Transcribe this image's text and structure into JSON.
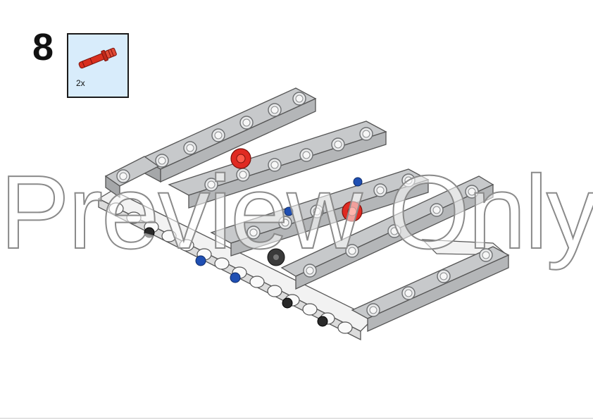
{
  "step": {
    "number": "8"
  },
  "parts": [
    {
      "icon": "red-axle-pin-icon",
      "quantity": "2x",
      "color": "#d9301f"
    }
  ],
  "watermark": {
    "text": "Preview Only"
  },
  "colors": {
    "beam": "#c3c5c7",
    "beam_dark": "#9a9c9e",
    "beam_white": "#f2f2f2",
    "pin_blue": "#1f4fb3",
    "pin_black": "#2a2a2a",
    "pin_red": "#e02a22",
    "box_fill": "#d8ecfb"
  }
}
